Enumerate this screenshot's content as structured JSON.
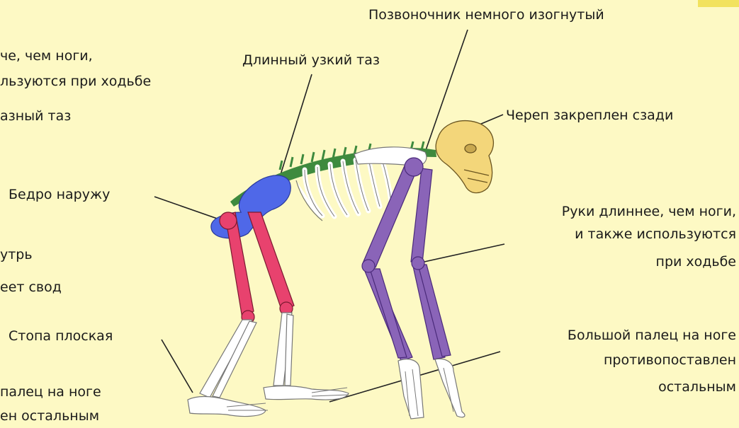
{
  "labels": {
    "spine": "Позвоночник немного изогнутый",
    "long_pelvis": "Длинный узкий таз",
    "skull": "Череп закреплен сзади",
    "thigh": "Бедро наружу",
    "arms": [
      "Руки длиннее, чем ноги,",
      "и также используются",
      "при ходьбе"
    ],
    "foot_flat": "Стопа плоская",
    "big_toe": [
      "Большой палец на ноге",
      "противопоставлен",
      "остальным"
    ]
  },
  "cut_labels": {
    "arms_left": [
      "че, чем ноги,",
      "льзуются при ходьбе"
    ],
    "pelvis_left": "азный таз",
    "knee_left": "утрь",
    "arch_left": "еет свод",
    "toe_left": [
      "палец на ноге",
      "ен остальным"
    ]
  },
  "colors": {
    "background": "#fdf9c4",
    "pelvis": "#4f68e8",
    "leg_bones": "#e8426e",
    "arm_bones": "#8a64b8",
    "spine": "#3e8a3e",
    "skull": "#f3d67a",
    "bone": "#ffffff"
  }
}
